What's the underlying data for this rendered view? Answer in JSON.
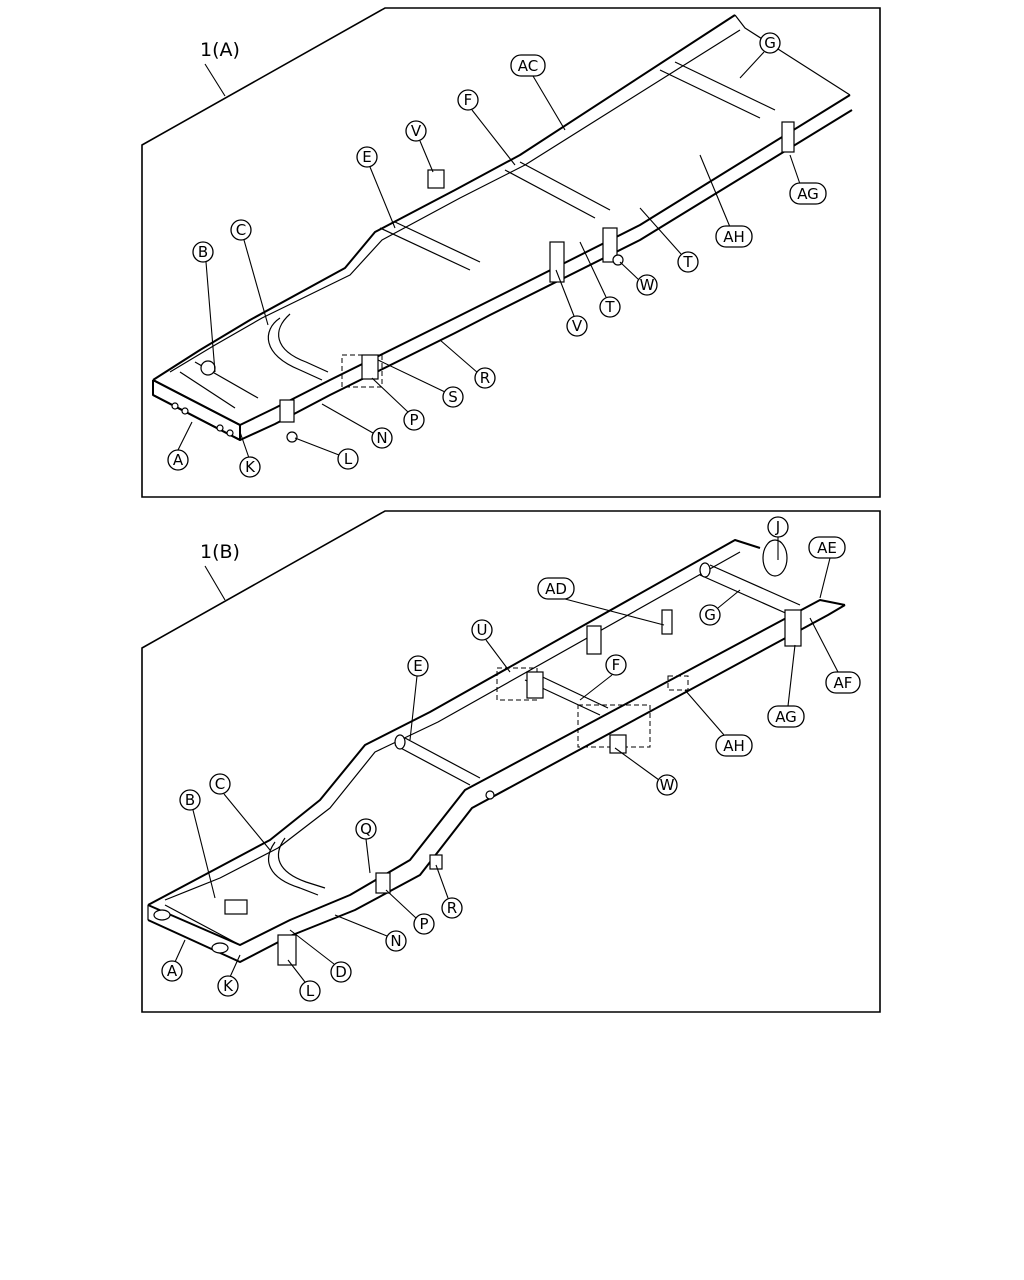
{
  "panels": [
    {
      "title": "1(A)",
      "callouts": [
        "A",
        "B",
        "C",
        "E",
        "F",
        "V",
        "AC",
        "G",
        "AG",
        "AH",
        "T",
        "W",
        "T",
        "V",
        "R",
        "S",
        "P",
        "N",
        "L",
        "K"
      ]
    },
    {
      "title": "1(B)",
      "callouts": [
        "J",
        "AE",
        "AD",
        "G",
        "U",
        "AF",
        "AG",
        "F",
        "E",
        "AH",
        "W",
        "B",
        "C",
        "Q",
        "R",
        "P",
        "N",
        "D",
        "L",
        "K",
        "A"
      ]
    }
  ]
}
